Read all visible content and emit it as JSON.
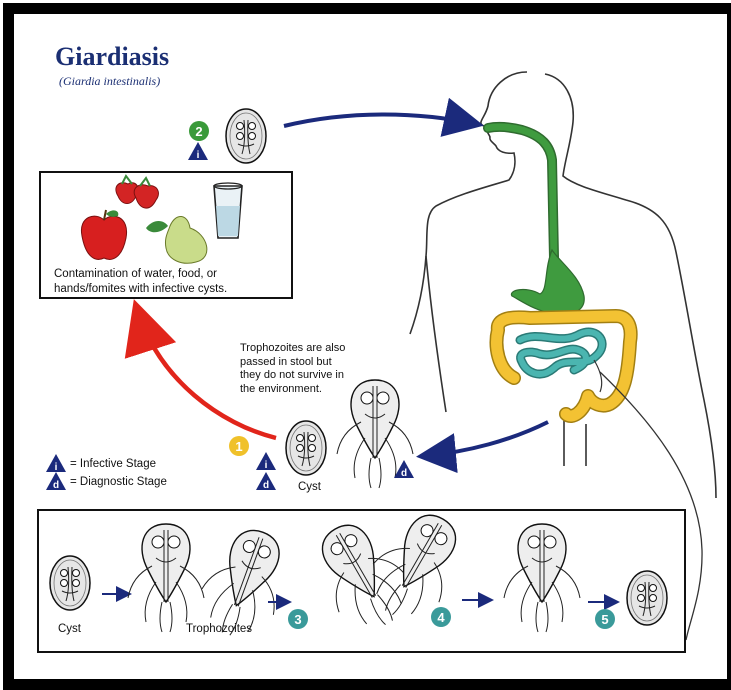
{
  "title": "Giardiasis",
  "subtitle": "(Giardia intestinalis)",
  "contamination_text_line1": "Contamination of water, food, or",
  "contamination_text_line2": "hands/fomites with infective cysts.",
  "trophozoite_note_lines": [
    "Trophozoites are also",
    "passed in stool but",
    "they do not survive in",
    "the environment."
  ],
  "legend": {
    "infective_symbol": "i",
    "infective_label": "= Infective Stage",
    "diagnostic_symbol": "d",
    "diagnostic_label": "= Diagnostic Stage"
  },
  "cyst_label": "Cyst",
  "bottom_panel": {
    "cyst_label": "Cyst",
    "trophozoites_label": "Trophozoites"
  },
  "step_numbers": [
    "1",
    "2",
    "3",
    "4",
    "5"
  ],
  "colors": {
    "title_blue": "#1b2f73",
    "arrow_navy": "#1b2a7c",
    "arrow_red": "#e1251b",
    "step_green": "#3a9a3a",
    "step_yellow": "#f0c12a",
    "step_teal": "#3a9a9a",
    "esophagus_green": "#3f9b3f",
    "colon_yellow": "#f3c233",
    "small_intestine_teal": "#4bb5b0"
  }
}
